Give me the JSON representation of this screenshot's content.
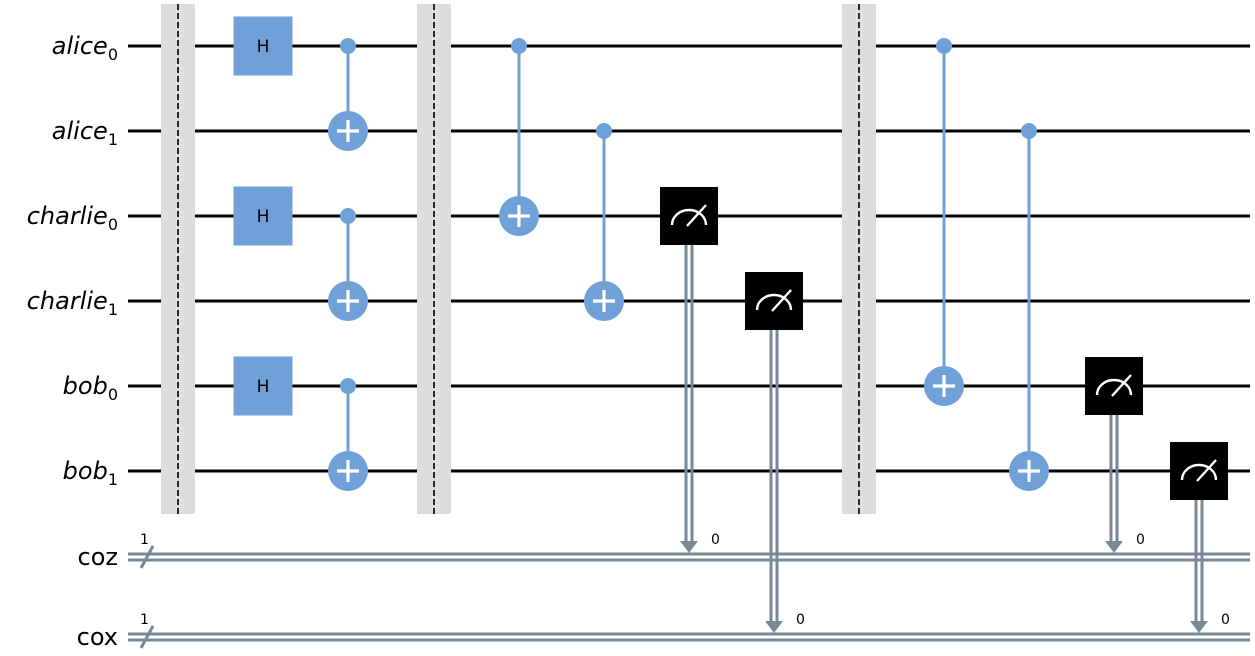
{
  "qubits": [
    {
      "name": "alice",
      "index": "0"
    },
    {
      "name": "alice",
      "index": "1"
    },
    {
      "name": "charlie",
      "index": "0"
    },
    {
      "name": "charlie",
      "index": "1"
    },
    {
      "name": "bob",
      "index": "0"
    },
    {
      "name": "bob",
      "index": "1"
    }
  ],
  "cregs": [
    {
      "name": "coz",
      "size": "1"
    },
    {
      "name": "cox",
      "size": "1"
    }
  ],
  "gate_label": "H",
  "columns": [
    1,
    2,
    4,
    5,
    6,
    7,
    8,
    9,
    10,
    11,
    12,
    13
  ],
  "ops": [
    {
      "type": "barrier",
      "col": 0
    },
    {
      "type": "h",
      "col": 1,
      "qubit": 0
    },
    {
      "type": "h",
      "col": 1,
      "qubit": 2
    },
    {
      "type": "h",
      "col": 1,
      "qubit": 4
    },
    {
      "type": "cx",
      "col": 2,
      "control": 0,
      "target": 1
    },
    {
      "type": "cx",
      "col": 2,
      "control": 2,
      "target": 3
    },
    {
      "type": "cx",
      "col": 2,
      "control": 4,
      "target": 5
    },
    {
      "type": "barrier",
      "col": 3
    },
    {
      "type": "cx",
      "col": 4,
      "control": 0,
      "target": 2
    },
    {
      "type": "cx",
      "col": 5,
      "control": 1,
      "target": 3
    },
    {
      "type": "measure",
      "col": 6,
      "qubit": 2,
      "creg": 0,
      "bit": "0"
    },
    {
      "type": "measure",
      "col": 7,
      "qubit": 3,
      "creg": 1,
      "bit": "0"
    },
    {
      "type": "barrier",
      "col": 8
    },
    {
      "type": "cx",
      "col": 9,
      "control": 0,
      "target": 4
    },
    {
      "type": "cx",
      "col": 10,
      "control": 1,
      "target": 5
    },
    {
      "type": "measure",
      "col": 11,
      "qubit": 4,
      "creg": 0,
      "bit": "0"
    },
    {
      "type": "measure",
      "col": 12,
      "qubit": 5,
      "creg": 1,
      "bit": "0"
    }
  ],
  "colors": {
    "gate": "#6fa0d8",
    "barrier": "#dddddd",
    "classical": "#778899",
    "measure": "#000000"
  }
}
